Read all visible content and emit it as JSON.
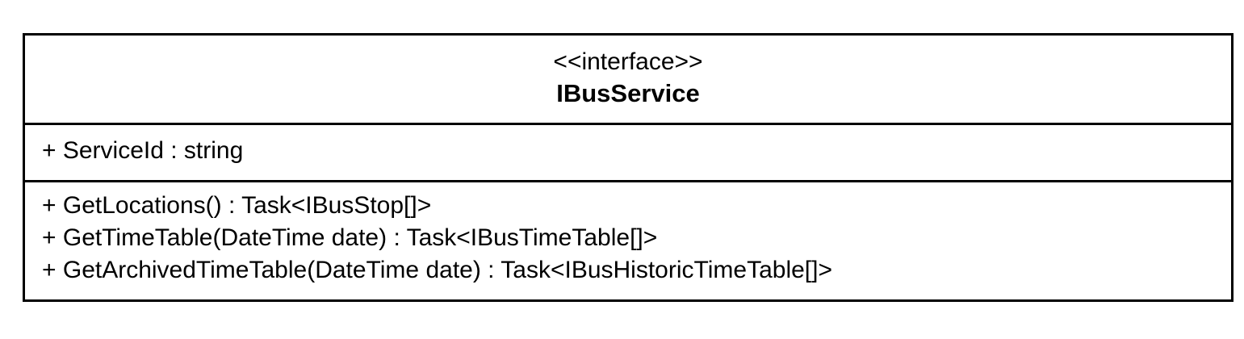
{
  "class": {
    "stereotype": "<<interface>>",
    "name": "IBusService",
    "attributes": [
      "+ ServiceId : string"
    ],
    "operations": [
      "+ GetLocations() : Task<IBusStop[]>",
      "+ GetTimeTable(DateTime date) : Task<IBusTimeTable[]>",
      "+ GetArchivedTimeTable(DateTime date) : Task<IBusHistoricTimeTable[]>"
    ]
  }
}
